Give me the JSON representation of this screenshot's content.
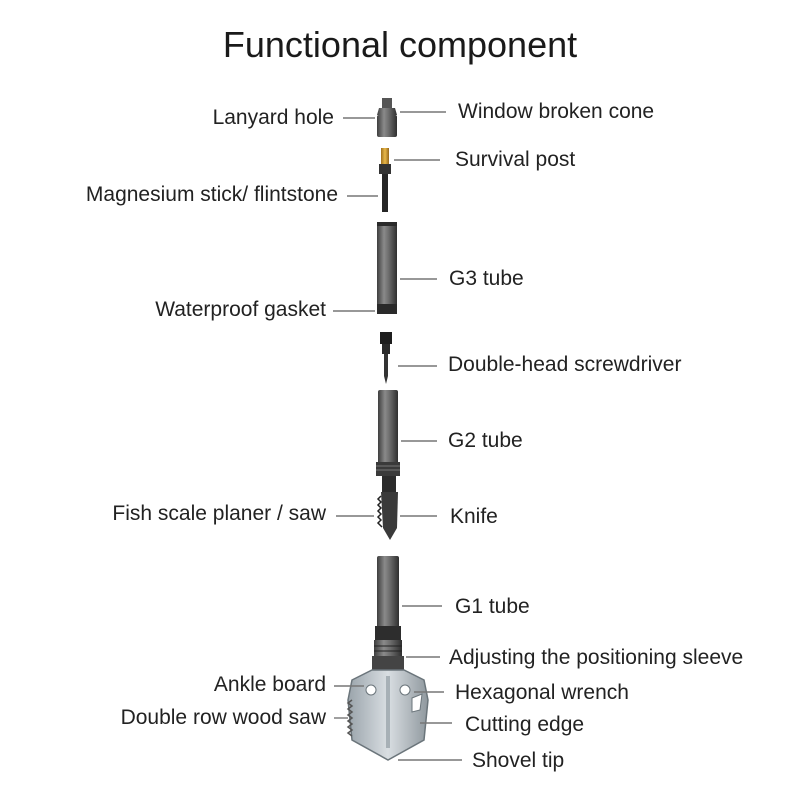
{
  "title": "Functional component",
  "labels": {
    "lanyard_hole": "Lanyard hole",
    "window_broken_cone": "Window broken cone",
    "survival_post": "Survival post",
    "magnesium_stick": "Magnesium stick/ flintstone",
    "g3_tube": "G3 tube",
    "waterproof_gasket": "Waterproof gasket",
    "double_head_screwdriver": "Double-head screwdriver",
    "g2_tube": "G2 tube",
    "fish_scale_planer": "Fish scale planer / saw",
    "knife": "Knife",
    "g1_tube": "G1 tube",
    "adjusting_sleeve": "Adjusting the positioning sleeve",
    "ankle_board": "Ankle board",
    "hexagonal_wrench": "Hexagonal wrench",
    "double_row_wood_saw": "Double row wood saw",
    "cutting_edge": "Cutting edge",
    "shovel_tip": "Shovel tip"
  }
}
